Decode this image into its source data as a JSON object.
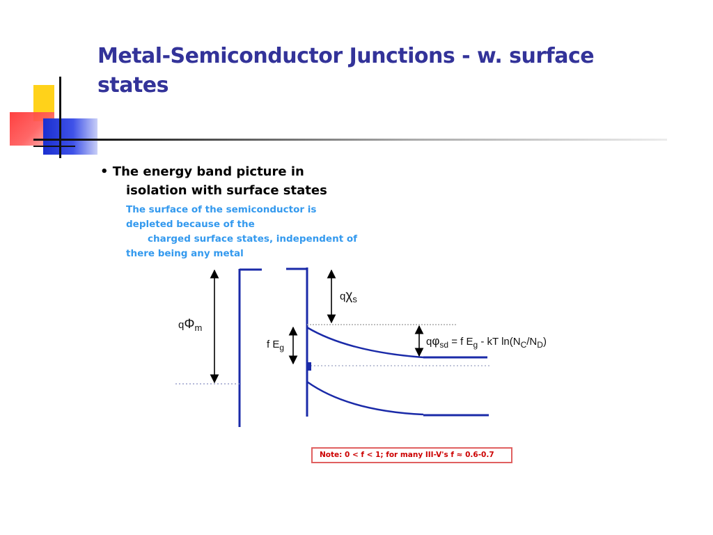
{
  "slide": {
    "title": "Metal-Semiconductor Junctions - w. surface states",
    "bullet": {
      "marker": "•",
      "line1": "The energy band picture in",
      "line2": "isolation with surface states"
    },
    "subtext": {
      "line1": "The surface of the semiconductor is",
      "line2": "depleted because of the",
      "line3": "charged surface states, independent of",
      "line4": "there being any metal"
    },
    "colors": {
      "title": "#333399",
      "subtext": "#3399ee",
      "band_lines": "#1a2aa8",
      "note_text": "#cc0000",
      "note_border": "#e06060"
    }
  },
  "diagram": {
    "labels": {
      "q_phi_m_prefix": "q",
      "q_phi_m_symbol": "Φ",
      "q_phi_m_sub": "m",
      "q_chi_s_prefix": "q",
      "q_chi_s_symbol": "χ",
      "q_chi_s_sub": "s",
      "f_eg_prefix": "f E",
      "f_eg_sub": "g",
      "phi_sd_prefix": "q",
      "phi_sd_symbol": "φ",
      "phi_sd_sub": "sd",
      "phi_sd_eq1": " = f E",
      "phi_sd_eq_sub_g": "g",
      "phi_sd_eq2": " - kT  ln(N",
      "phi_sd_sub_c": "C",
      "phi_sd_slash": "/N",
      "phi_sd_sub_d": "D",
      "phi_sd_close": ")"
    },
    "icons": [
      "double-arrow-icon"
    ]
  },
  "note": {
    "text": "Note: 0 < f < 1; for many III-V's f ≈ 0.6-0.7"
  }
}
